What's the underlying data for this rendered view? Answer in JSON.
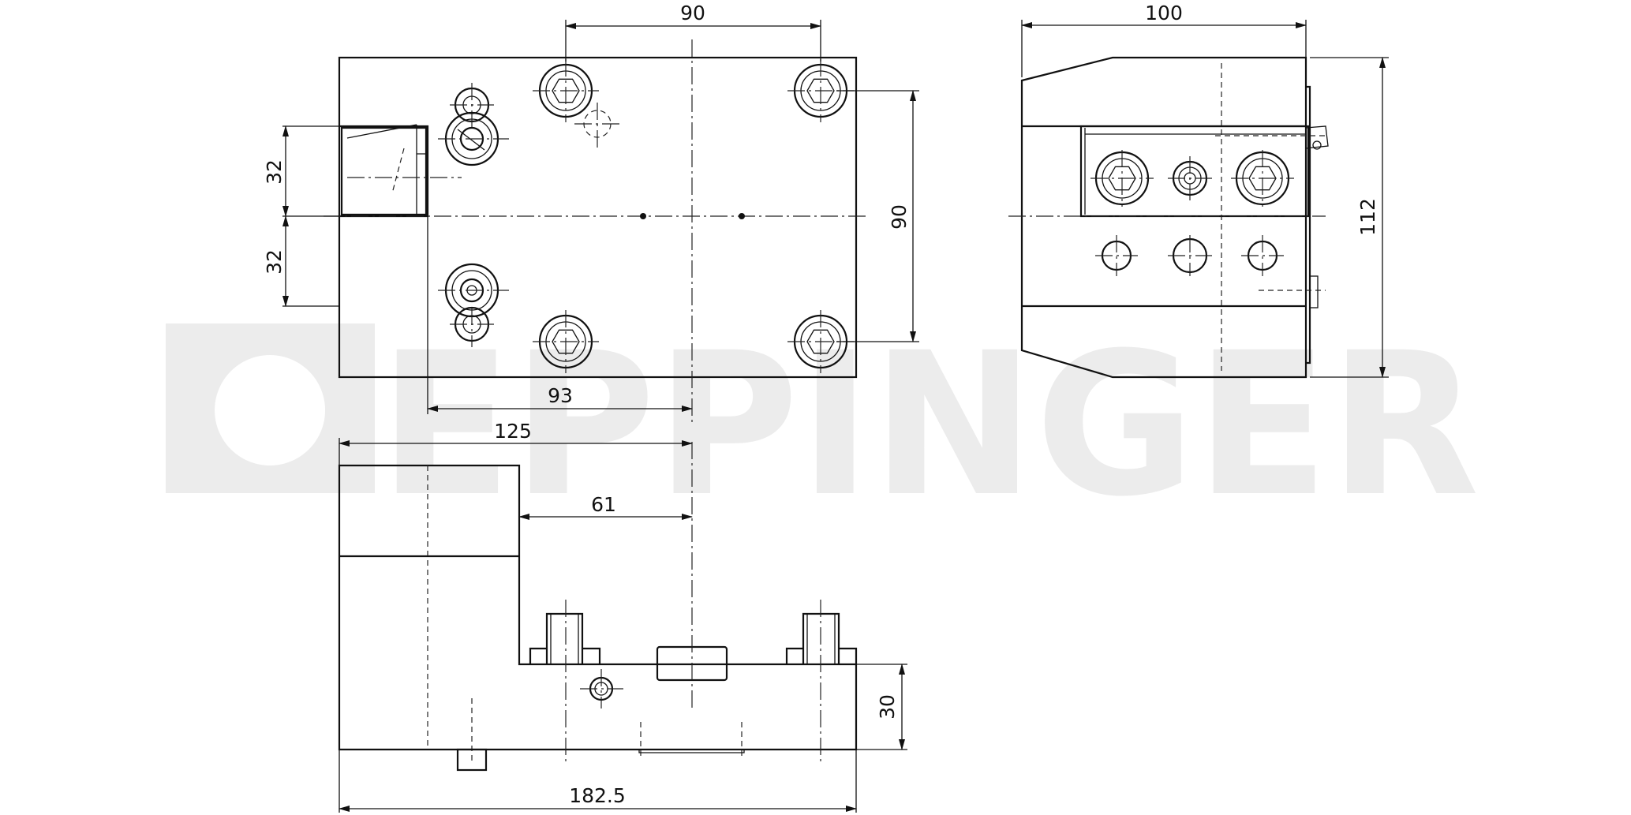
{
  "watermark": {
    "brand": "EPPINGER"
  },
  "dimensions": {
    "top_width_90": "90",
    "side_width_100": "100",
    "left_32_upper": "32",
    "left_32_lower": "32",
    "right_90": "90",
    "side_height_112": "112",
    "offset_93": "93",
    "length_125": "125",
    "length_61": "61",
    "height_30": "30",
    "total_182_5": "182.5"
  }
}
